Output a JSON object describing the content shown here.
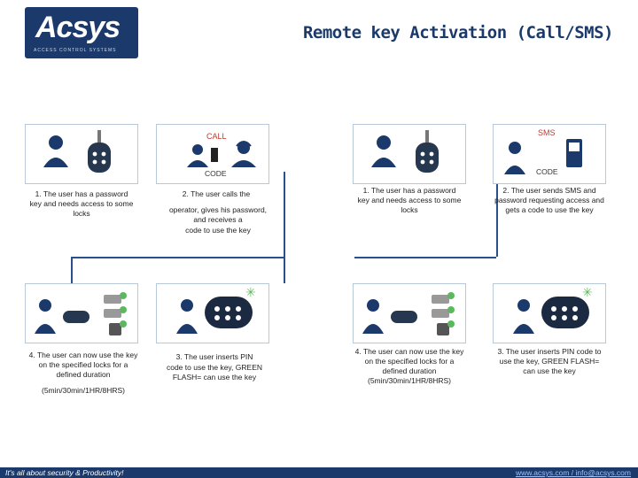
{
  "logo": {
    "word": "Acsys",
    "tagline": "ACCESS CONTROL SYSTEMS"
  },
  "title": "Remote key Activation (Call/SMS)",
  "call_flow": {
    "step1": "1. The user has a password key and needs access to some locks",
    "step2_a": "2. The user calls the",
    "step2_b": "operator, gives his password, and receives a",
    "step2_c": "code to use the key",
    "step3_a": "3. The user inserts PIN",
    "step3_b": "code to use the key, GREEN FLASH= can use the key",
    "step4_a": "4. The user can now use the key on the specified locks for a defined duration",
    "step4_b": "(5min/30min/1HR/8HRS)",
    "call_label": "CALL",
    "code_label": "CODE"
  },
  "sms_flow": {
    "step1": "1. The user has a password key and needs access to some locks",
    "step2": "2. The user sends SMS and password requesting access and gets a code to use the key",
    "step3": "3. The user inserts PIN code to use the key, GREEN FLASH= can use the key",
    "step4": "4. The user can now use the key on the specified locks for a defined duration (5min/30min/1HR/8HRS)",
    "sms_label": "SMS",
    "code_label": "CODE"
  },
  "footer": {
    "left": "It's all about security & Productivity!",
    "right": "www.acsys.com / info@acsys.com"
  },
  "colors": {
    "brand_navy": "#1b3a6b",
    "accent_red": "#c0392b",
    "flash_green": "#5cb85c"
  }
}
